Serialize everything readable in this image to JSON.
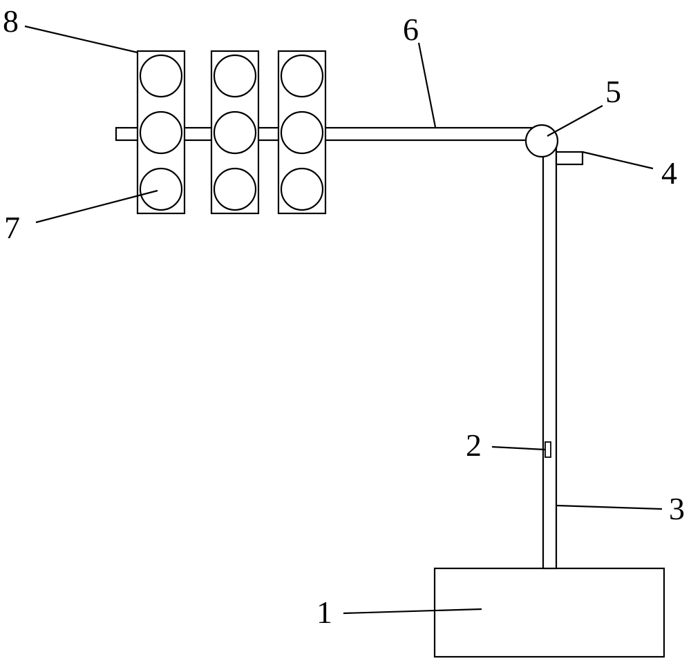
{
  "diagram": {
    "labels": {
      "base": "1",
      "sensor": "2",
      "pole": "3",
      "bracket": "4",
      "joint": "5",
      "arm": "6",
      "lamp": "7",
      "housing": "8"
    },
    "signal_heads": 3,
    "lamps_per_head": 3,
    "colors": {
      "line": "#000000",
      "background": "#ffffff"
    }
  }
}
